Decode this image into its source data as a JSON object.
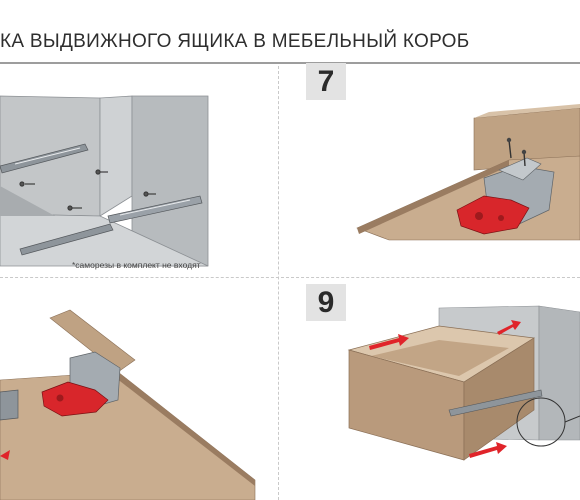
{
  "header": {
    "title": "КА ВЫДВИЖНОГО ЯЩИКА В МЕБЕЛЬНЫЙ КОРОБ"
  },
  "steps": [
    {
      "number": "7"
    },
    {
      "number": "9"
    }
  ],
  "notes": {
    "screws": "*саморезы в комплект не входят"
  },
  "colors": {
    "wood": "#b99a7c",
    "wood_dark": "#8a6f56",
    "metal": "#9aa1a8",
    "clip_red": "#d8262b",
    "cabinet_gray": "#b5b9bb",
    "arrow_red": "#e0242a"
  }
}
